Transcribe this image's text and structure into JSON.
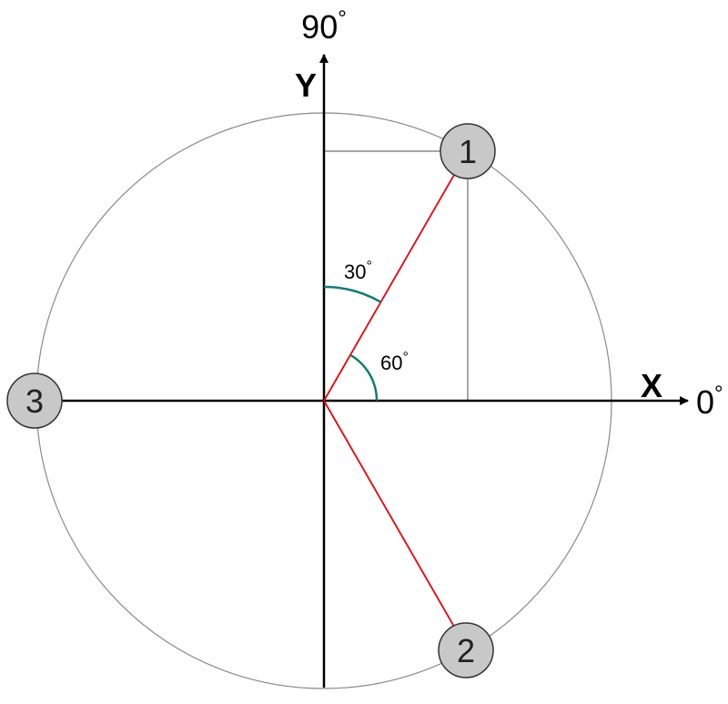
{
  "labels": {
    "y_axis": "Y",
    "x_axis": "X",
    "angle_top": "90",
    "angle_right": "0",
    "angle_30": "30",
    "angle_60": "60",
    "degree_symbol": "°"
  },
  "nodes": [
    {
      "id": "1",
      "label": "1"
    },
    {
      "id": "2",
      "label": "2"
    },
    {
      "id": "3",
      "label": "3"
    }
  ],
  "colors": {
    "axis": "#000000",
    "circle": "#8a8a8a",
    "projection": "#8a8a8a",
    "vector": "#e8000b",
    "angle_arc": "#137a75",
    "node_fill": "#c8c8c8",
    "node_stroke": "#333333"
  }
}
